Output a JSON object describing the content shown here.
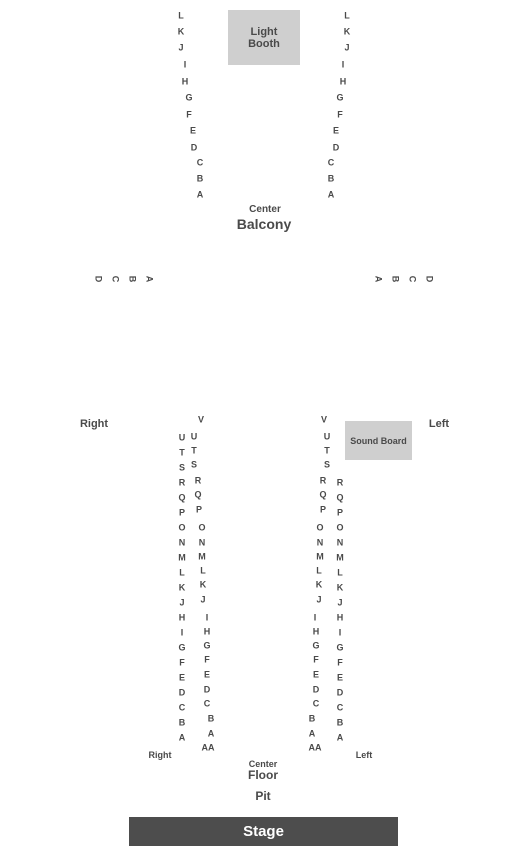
{
  "booth": {
    "line1": "Light",
    "line2": "Booth"
  },
  "sound_board": "Sound Board",
  "stage": "Stage",
  "labels": {
    "balcony_center": "Center",
    "balcony": "Balcony",
    "floor_right_top": "Right",
    "floor_left_top": "Left",
    "floor_right_bottom": "Right",
    "floor_left_bottom": "Left",
    "floor_center": "Center",
    "floor": "Floor",
    "pit": "Pit"
  },
  "balcony_rows": [
    "L",
    "K",
    "J",
    "I",
    "H",
    "G",
    "F",
    "E",
    "D",
    "C",
    "B",
    "A"
  ],
  "side_rows": [
    "D",
    "C",
    "B",
    "A"
  ],
  "floor_col_1": [
    "U",
    "T",
    "S",
    "R",
    "Q",
    "P",
    "O",
    "N",
    "M",
    "L",
    "K",
    "J",
    "H",
    "I",
    "G",
    "F",
    "E",
    "D",
    "C",
    "B",
    "A"
  ],
  "floor_col_2": [
    "V",
    "U",
    "T",
    "S",
    "R",
    "Q",
    "P",
    "O",
    "N",
    "M",
    "L",
    "K",
    "J",
    "I",
    "H",
    "G",
    "F",
    "E",
    "D",
    "C",
    "B",
    "A",
    "AA"
  ],
  "floor_col_3": [
    "V",
    "U",
    "T",
    "S",
    "R",
    "Q",
    "P",
    "O",
    "N",
    "M",
    "L",
    "K",
    "J",
    "I",
    "H",
    "G",
    "F",
    "E",
    "D",
    "C",
    "B",
    "A",
    "AA"
  ],
  "floor_col_4": [
    "R",
    "Q",
    "P",
    "O",
    "N",
    "M",
    "L",
    "K",
    "J",
    "H",
    "I",
    "G",
    "F",
    "E",
    "D",
    "C",
    "B",
    "A"
  ]
}
